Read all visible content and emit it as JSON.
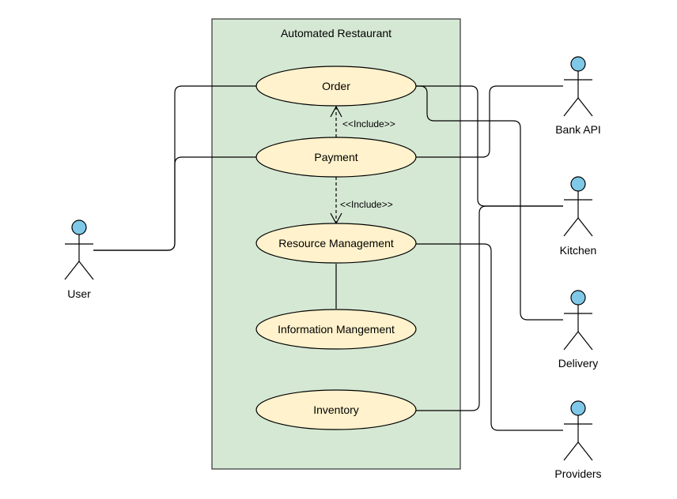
{
  "system": {
    "title": "Automated Restaurant",
    "fill": "#d5e8d4",
    "stroke": "#333333"
  },
  "use_cases": {
    "order": "Order",
    "payment": "Payment",
    "resource_management": "Resource Management",
    "information_management": "Information Mangement",
    "inventory": "Inventory"
  },
  "relations": {
    "order_payment_include": "<<Include>>",
    "payment_resource_include": "<<Include>>"
  },
  "actors": {
    "user": "User",
    "bank_api": "Bank API",
    "kitchen": "Kitchen",
    "delivery": "Delivery",
    "providers": "Providers"
  },
  "colors": {
    "use_case_fill": "#fff2cc",
    "actor_head_fill": "#7fc8e8",
    "line": "#000000"
  }
}
